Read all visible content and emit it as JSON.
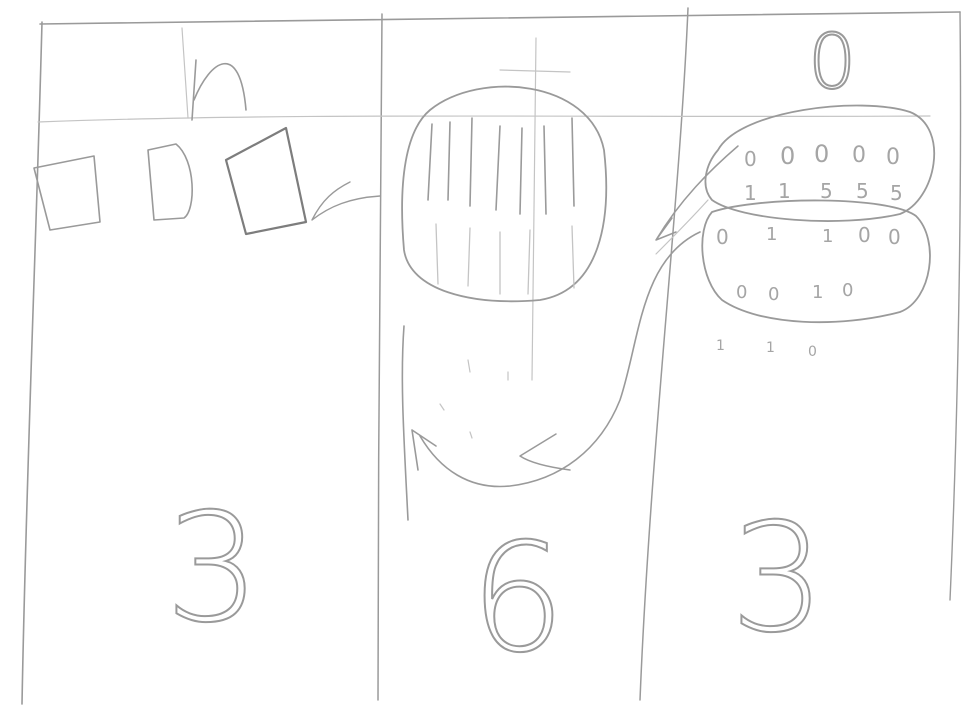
{
  "columns": [
    {
      "id": "left",
      "top_label": "h",
      "count": "3"
    },
    {
      "id": "middle",
      "count": "6"
    },
    {
      "id": "right",
      "top_label": "0",
      "count": "3"
    }
  ],
  "upper_blob_digits": [
    "0",
    "0",
    "0",
    "0",
    "0"
  ],
  "upper_blob_digits_row2": [
    "1",
    "1",
    "5",
    "5",
    "5"
  ],
  "lower_blob_digits": [
    "0",
    "1",
    "1",
    "0",
    "0"
  ],
  "lower_blob_digits_row2": [
    "0",
    "0",
    "1",
    "0"
  ],
  "stray_digits": [
    "1",
    "1",
    "0"
  ]
}
